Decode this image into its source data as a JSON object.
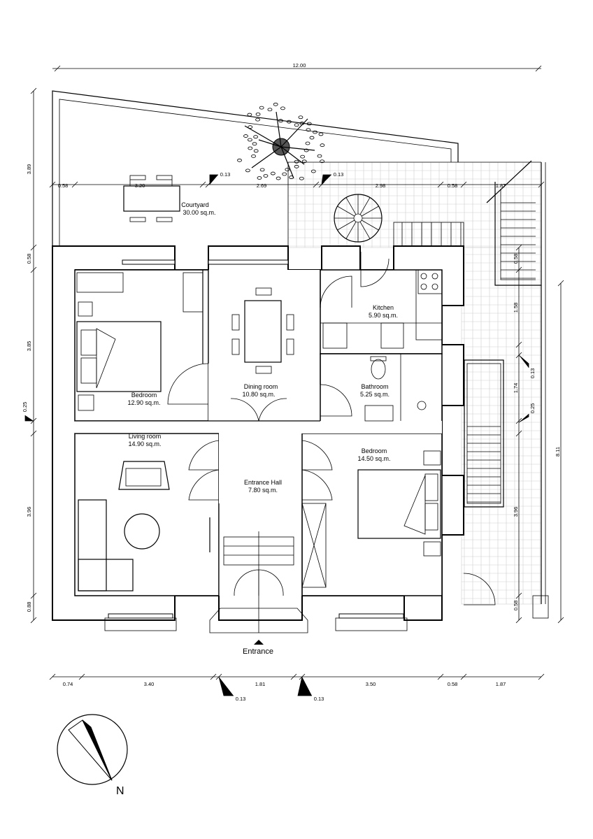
{
  "rooms": {
    "courtyard": {
      "name": "Courtyard",
      "area": "30.00 sq.m."
    },
    "bedroom_nw": {
      "name": "Bedroom",
      "area": "12.90 sq.m."
    },
    "dining": {
      "name": "Dining room",
      "area": "10.80 sq.m."
    },
    "kitchen": {
      "name": "Kitchen",
      "area": "5.90 sq.m."
    },
    "bathroom": {
      "name": "Bathroom",
      "area": "5.25 sq.m."
    },
    "living": {
      "name": "Living room",
      "area": "14.90 sq.m."
    },
    "hall": {
      "name": "Entrance Hall",
      "area": "7.80 sq.m."
    },
    "bedroom_se": {
      "name": "Bedroom",
      "area": "14.50 sq.m."
    }
  },
  "labels": {
    "entrance": "Entrance",
    "north": "N"
  },
  "dimensions": {
    "overall_top": "12.00",
    "courtyard_row": [
      "0.58",
      "3.20",
      "0.13",
      "2.69",
      "0.13",
      "2.98",
      "0.58",
      "1.87"
    ],
    "bottom_row": [
      "0.74",
      "3.40",
      "1.81",
      "3.50",
      "0.58",
      "1.87"
    ],
    "bottom_small": [
      "0.13",
      "0.13"
    ],
    "left_col": [
      "3.89",
      "0.58",
      "3.85",
      "0.25",
      "3.96",
      "0.88"
    ],
    "right_col": [
      "0.58",
      "1.58",
      "1.74",
      "0.13",
      "0.25",
      "3.96",
      "0.58"
    ],
    "right_total": "8.11"
  }
}
